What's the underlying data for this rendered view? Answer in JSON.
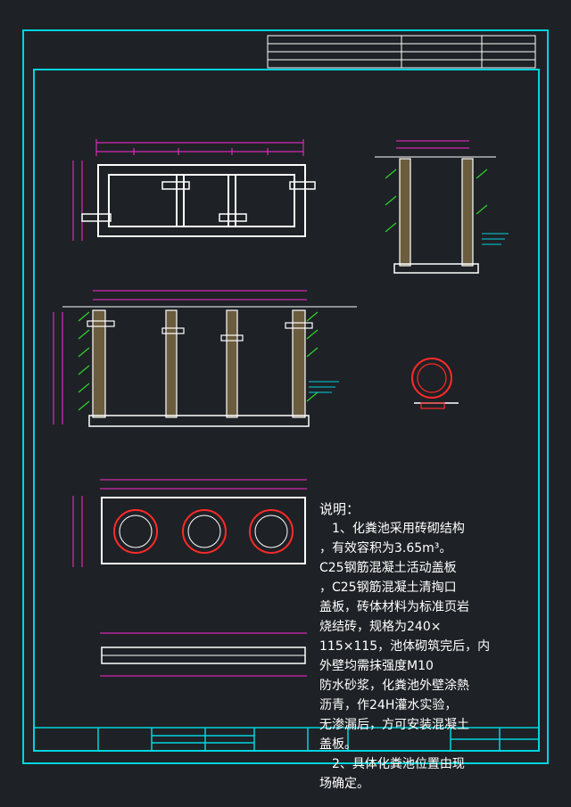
{
  "colors": {
    "background": "#1e2125",
    "frame": "#00d4e0",
    "wall": "#ffffff",
    "dimension": "#ff2bd6",
    "pipe": "#ff2a2a",
    "soil": "#2fd32f",
    "text": "#ffffff"
  },
  "notes": {
    "title": "说明：",
    "lines": [
      "1、化粪池采用砖砌结构",
      "，有效容积为3.65m³。",
      "C25钢筋混凝土活动盖板",
      "，C25钢筋混凝土清掏口",
      "盖板，砖体材料为标准页岩",
      "烧结砖，规格为240×",
      "115×115，池体砌筑完后，内",
      "外壁均需抹强度M10",
      "防水砂浆，化粪池外壁涂熱",
      "沥青，作24H灌水实验，",
      "无渗漏后，方可安装混凝土",
      "盖板。",
      "2、具体化粪池位置由现",
      "场确定。"
    ]
  }
}
